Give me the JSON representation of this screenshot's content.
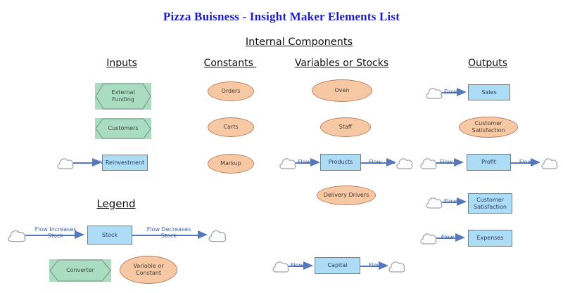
{
  "page": {
    "title": "Pizza Buisness - Insight Maker Elements List",
    "section_heading": "Internal Components",
    "title_color": "#1c1cc8"
  },
  "columns": {
    "inputs": "Inputs",
    "constants": "Constants ",
    "variables": "Variables or Stocks",
    "outputs": "Outputs"
  },
  "legend": {
    "heading": "Legend",
    "stock_label": "Stock",
    "flow_in_label": "Flow Increases\nStock",
    "flow_out_label": "Flow Decreases\nStock",
    "converter_label": "Converter",
    "variable_label": "Variable or\nConstant"
  },
  "flow_label": "Flow",
  "colors": {
    "stock_fill": "#addcf7",
    "stock_border": "#7c7c7c",
    "stock_text": "#2b3a5e",
    "ellipse_fill": "#f7c8a4",
    "ellipse_border": "#bd7f5d",
    "ellipse_text": "#4a3a33",
    "hexagon_fill": "#a9dcc0",
    "hexagon_border": "#7b8f82",
    "flow_line": "#5577bb",
    "flow_text": "#3f5fa8",
    "cloud_stroke": "#9aa2ae"
  },
  "nodes": {
    "inputs": [
      {
        "id": "external-funding",
        "label": "External\nFunding",
        "shape": "converter"
      },
      {
        "id": "customers",
        "label": "Customers",
        "shape": "converter"
      },
      {
        "id": "reinvestment",
        "label": "Reinvestment",
        "shape": "stock"
      }
    ],
    "constants": [
      {
        "id": "orders",
        "label": "Orders",
        "shape": "variable"
      },
      {
        "id": "carts",
        "label": "Carts",
        "shape": "variable"
      },
      {
        "id": "markup",
        "label": "Markup",
        "shape": "variable"
      }
    ],
    "variables": [
      {
        "id": "oven",
        "label": "Oven",
        "shape": "variable"
      },
      {
        "id": "staff",
        "label": "Staff",
        "shape": "variable"
      },
      {
        "id": "products",
        "label": "Products",
        "shape": "stock"
      },
      {
        "id": "delivery-drivers",
        "label": "Delivery Drivers",
        "shape": "variable"
      },
      {
        "id": "capital",
        "label": "Capital",
        "shape": "stock"
      }
    ],
    "outputs": [
      {
        "id": "sales",
        "label": "Sales",
        "shape": "stock"
      },
      {
        "id": "customer-satisfaction-variable",
        "label": "Customer\nSatisfaction",
        "shape": "variable"
      },
      {
        "id": "profit",
        "label": "Profit",
        "shape": "stock"
      },
      {
        "id": "customer-satisfaction-stock",
        "label": "Customer\nSatisfaction",
        "shape": "stock"
      },
      {
        "id": "expenses",
        "label": "Expenses",
        "shape": "stock"
      }
    ]
  }
}
